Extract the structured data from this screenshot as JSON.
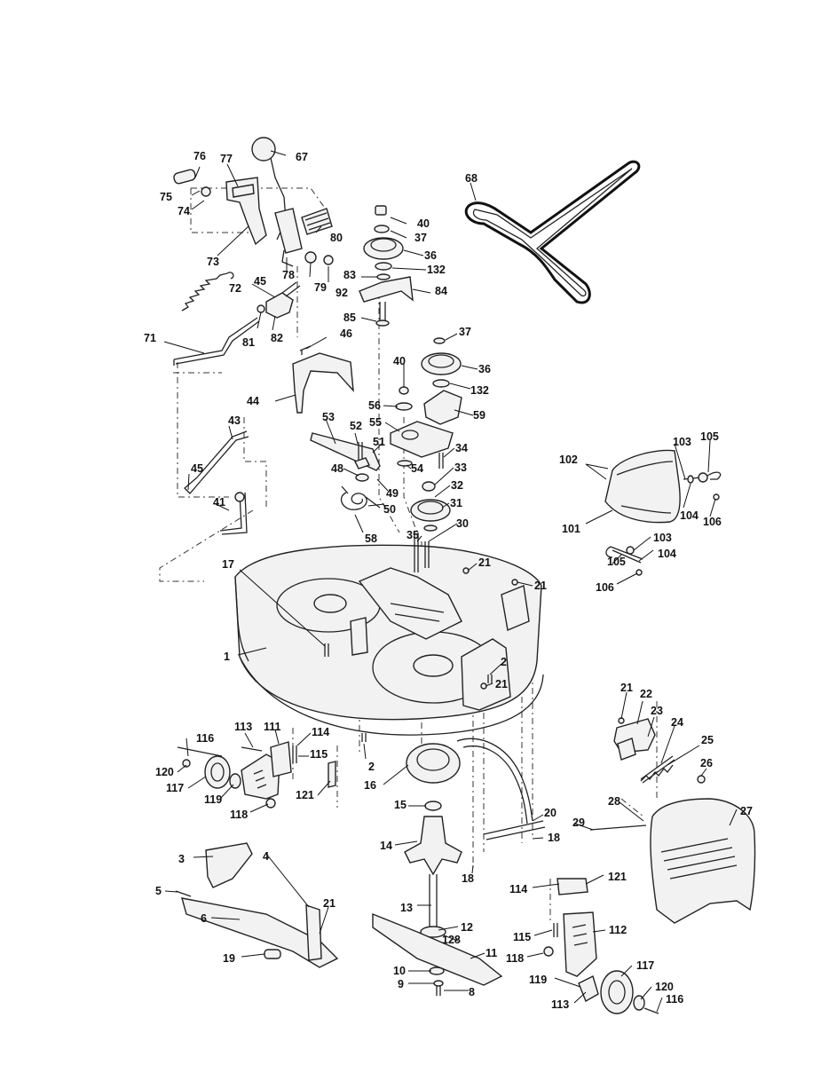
{
  "diagram": {
    "callouts": [
      {
        "label": "67"
      },
      {
        "label": "76"
      },
      {
        "label": "77"
      },
      {
        "label": "75"
      },
      {
        "label": "74"
      },
      {
        "label": "73"
      },
      {
        "label": "80"
      },
      {
        "label": "78"
      },
      {
        "label": "79"
      },
      {
        "label": "92"
      },
      {
        "label": "72"
      },
      {
        "label": "45"
      },
      {
        "label": "81"
      },
      {
        "label": "82"
      },
      {
        "label": "71"
      },
      {
        "label": "46"
      },
      {
        "label": "44"
      },
      {
        "label": "43"
      },
      {
        "label": "45"
      },
      {
        "label": "41"
      },
      {
        "label": "40"
      },
      {
        "label": "37"
      },
      {
        "label": "36"
      },
      {
        "label": "83"
      },
      {
        "label": "132"
      },
      {
        "label": "84"
      },
      {
        "label": "85"
      },
      {
        "label": "68"
      },
      {
        "label": "37"
      },
      {
        "label": "40"
      },
      {
        "label": "36"
      },
      {
        "label": "132"
      },
      {
        "label": "56"
      },
      {
        "label": "59"
      },
      {
        "label": "55"
      },
      {
        "label": "53"
      },
      {
        "label": "52"
      },
      {
        "label": "51"
      },
      {
        "label": "34"
      },
      {
        "label": "48"
      },
      {
        "label": "54"
      },
      {
        "label": "33"
      },
      {
        "label": "49"
      },
      {
        "label": "32"
      },
      {
        "label": "50"
      },
      {
        "label": "31"
      },
      {
        "label": "58"
      },
      {
        "label": "35"
      },
      {
        "label": "30"
      },
      {
        "label": "21"
      },
      {
        "label": "17"
      },
      {
        "label": "21"
      },
      {
        "label": "1"
      },
      {
        "label": "2"
      },
      {
        "label": "21"
      },
      {
        "label": "102"
      },
      {
        "label": "103"
      },
      {
        "label": "105"
      },
      {
        "label": "104"
      },
      {
        "label": "106"
      },
      {
        "label": "101"
      },
      {
        "label": "103"
      },
      {
        "label": "104"
      },
      {
        "label": "105"
      },
      {
        "label": "106"
      },
      {
        "label": "21"
      },
      {
        "label": "22"
      },
      {
        "label": "23"
      },
      {
        "label": "24"
      },
      {
        "label": "25"
      },
      {
        "label": "26"
      },
      {
        "label": "116"
      },
      {
        "label": "113"
      },
      {
        "label": "111"
      },
      {
        "label": "114"
      },
      {
        "label": "115"
      },
      {
        "label": "120"
      },
      {
        "label": "117"
      },
      {
        "label": "119"
      },
      {
        "label": "118"
      },
      {
        "label": "121"
      },
      {
        "label": "2"
      },
      {
        "label": "16"
      },
      {
        "label": "15"
      },
      {
        "label": "14"
      },
      {
        "label": "20"
      },
      {
        "label": "18"
      },
      {
        "label": "18"
      },
      {
        "label": "28"
      },
      {
        "label": "29"
      },
      {
        "label": "27"
      },
      {
        "label": "3"
      },
      {
        "label": "4"
      },
      {
        "label": "5"
      },
      {
        "label": "6"
      },
      {
        "label": "21"
      },
      {
        "label": "19"
      },
      {
        "label": "13"
      },
      {
        "label": "12"
      },
      {
        "label": "128"
      },
      {
        "label": "11"
      },
      {
        "label": "10"
      },
      {
        "label": "9"
      },
      {
        "label": "8"
      },
      {
        "label": "114"
      },
      {
        "label": "121"
      },
      {
        "label": "115"
      },
      {
        "label": "112"
      },
      {
        "label": "118"
      },
      {
        "label": "117"
      },
      {
        "label": "119"
      },
      {
        "label": "120"
      },
      {
        "label": "113"
      },
      {
        "label": "116"
      }
    ]
  }
}
